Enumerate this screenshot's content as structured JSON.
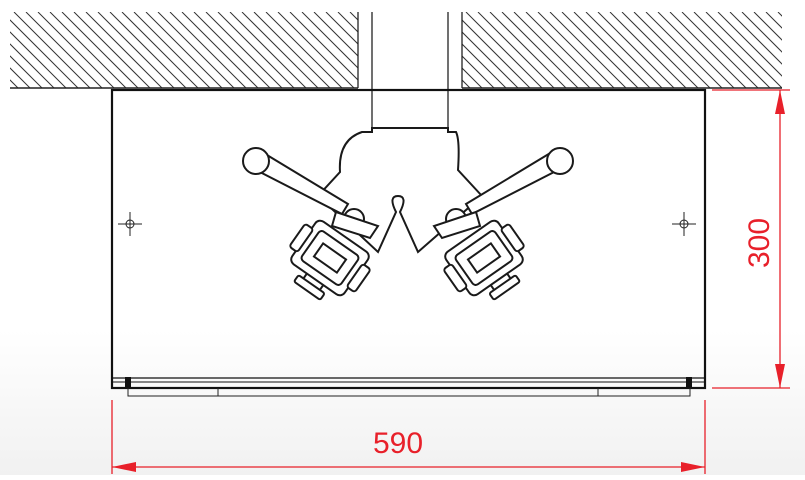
{
  "drawing": {
    "dimensions": {
      "width": {
        "value": "590"
      },
      "height": {
        "value": "300"
      }
    },
    "colors": {
      "line": "#1a1a1a",
      "dimension": "#e8202a",
      "hatch": "#333333",
      "background": "#ffffff"
    },
    "icons": [
      "wall-hatch",
      "cabinet-box",
      "hydrant-valve",
      "center-mark",
      "dimension-arrow"
    ]
  }
}
